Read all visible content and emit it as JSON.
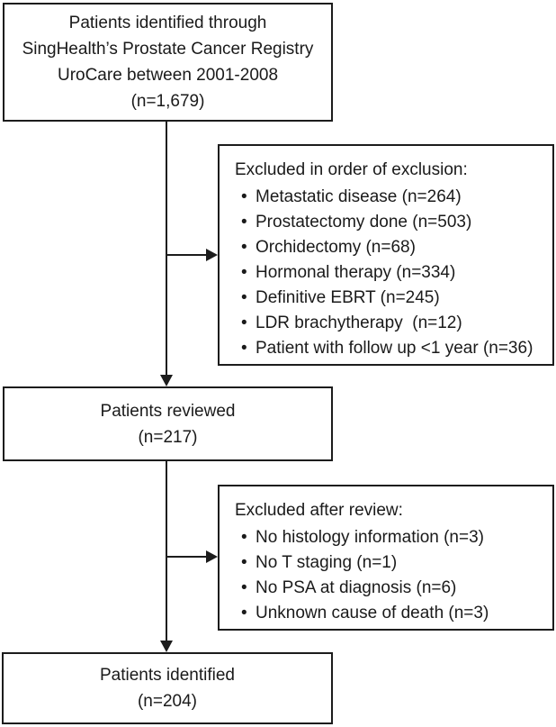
{
  "page": {
    "background_color": "#ffffff",
    "line_color": "#1c1c1c",
    "text_color": "#1a1a1a"
  },
  "flowchart": {
    "source_box": {
      "lines": [
        "Patients identified through",
        "SingHealth’s Prostate Cancer Registry",
        "UroCare between 2001-2008",
        "(n=1,679)"
      ]
    },
    "exclusion_box_1": {
      "title": "Excluded in order of exclusion:",
      "items": [
        "Metastatic disease (n=264)",
        "Prostatectomy done (n=503)",
        "Orchidectomy (n=68)",
        "Hormonal therapy (n=334)",
        "Definitive EBRT (n=245)",
        "LDR brachytherapy  (n=12)",
        "Patient with follow up <1 year (n=36)"
      ]
    },
    "reviewed_box": {
      "lines": [
        "Patients reviewed",
        "(n=217)"
      ]
    },
    "exclusion_box_2": {
      "title": "Excluded after review:",
      "items": [
        "No histology information (n=3)",
        "No T staging (n=1)",
        "No PSA at diagnosis (n=6)",
        "Unknown cause of death (n=3)"
      ]
    },
    "identified_box": {
      "lines": [
        "Patients identified",
        "(n=204)"
      ]
    }
  }
}
